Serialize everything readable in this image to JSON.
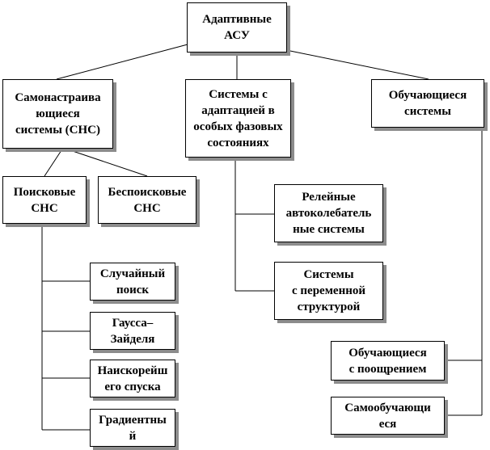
{
  "diagram": {
    "root": {
      "label": "Адаптивные\nАСУ"
    },
    "branches": [
      {
        "label": "Самонастраива\nющиеся\nсистемы (СНС)"
      },
      {
        "label": "Системы с\nадаптацией в\nособых фазовых\nсостояниях"
      },
      {
        "label": "Обучающиеся\nсистемы"
      }
    ],
    "sns_types": [
      {
        "label": "Поисковые\nСНС"
      },
      {
        "label": "Беспоисковые\nСНС"
      }
    ],
    "search_methods": [
      {
        "label": "Случайный\nпоиск"
      },
      {
        "label": "Гаусса–\nЗайделя"
      },
      {
        "label": "Наискорейш\nего спуска"
      },
      {
        "label": "Градиентны\nй"
      }
    ],
    "phase_systems": [
      {
        "label": "Релейные\nавтоколебатель\nные системы"
      },
      {
        "label": "Системы\nс переменной\nструктурой"
      }
    ],
    "learning_systems": [
      {
        "label": "Обучающиеся\nс поощрением"
      },
      {
        "label": "Самообучающи\nеся"
      }
    ],
    "colors": {
      "box_border": "#000000",
      "box_fill": "#ffffff",
      "shadow": "#8c8c8c",
      "connector": "#000000"
    }
  }
}
